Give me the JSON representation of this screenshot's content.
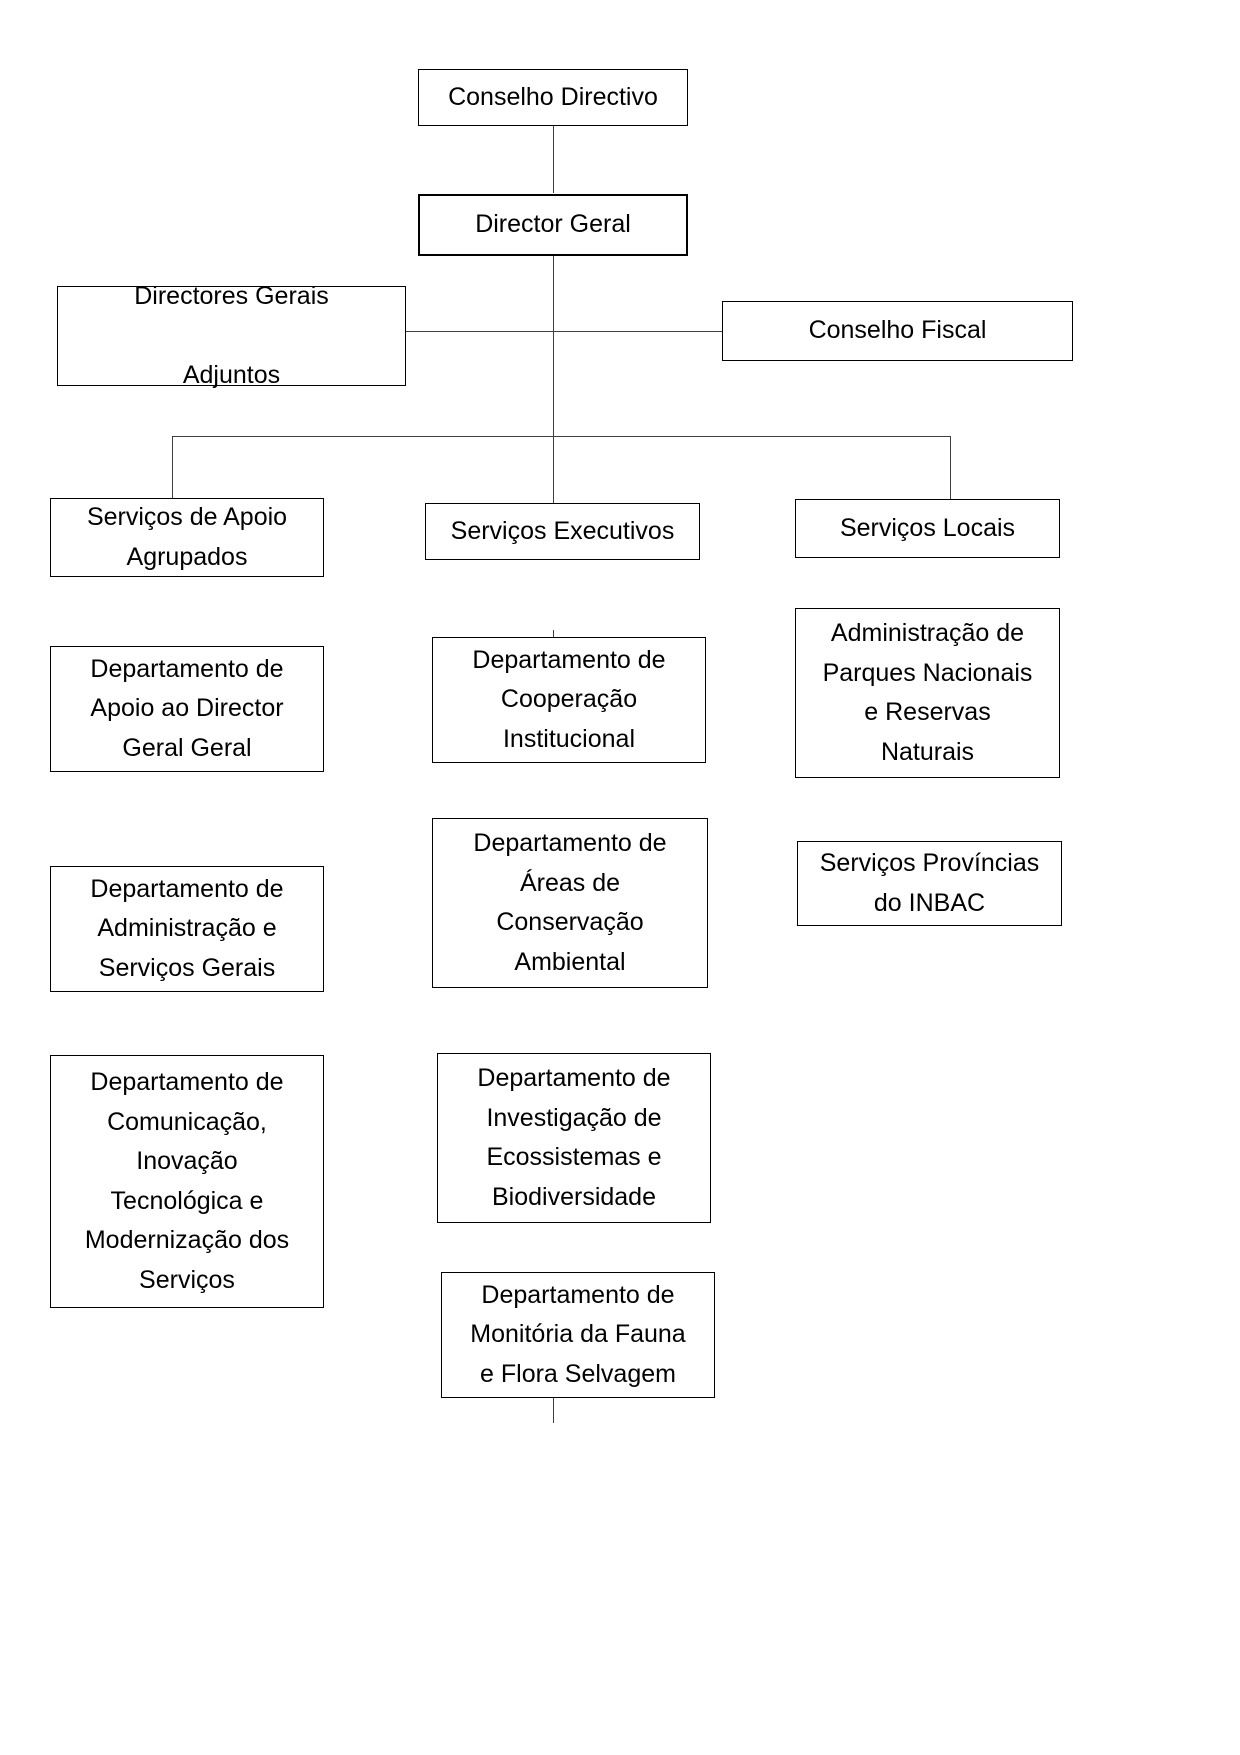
{
  "chart": {
    "title": "Organograma INBAC",
    "type": "org-chart",
    "language": "pt",
    "background_color": "#ffffff",
    "line_color": "#3f3f3f",
    "text_color": "#000000"
  },
  "nodes": {
    "conselho_directivo": "Conselho Directivo",
    "director_geral": "Director Geral",
    "directores_gerais_adjuntos": "Directores Gerais\n\nAdjuntos",
    "conselho_fiscal": "Conselho Fiscal",
    "servicos_apoio_agrupados": "Serviços de Apoio\nAgrupados",
    "servicos_executivos": "Serviços Executivos",
    "servicos_locais": "Serviços Locais",
    "dep_apoio_director_geral": "Departamento de\nApoio ao Director\nGeral Geral",
    "dep_administracao_servicos_gerais": "Departamento de\nAdministração e\nServiços Gerais",
    "dep_comunicacao_inovacao": "Departamento de\nComunicação,\nInovação\nTecnológica e\nModernização dos\nServiços",
    "dep_cooperacao_institucional": "Departamento de\nCooperação\nInstitucional",
    "dep_areas_conservacao": "Departamento de\nÁreas de\nConservação\nAmbiental",
    "dep_investigacao_ecossistemas": "Departamento de\nInvestigação de\nEcossistemas e\nBiodiversidade",
    "dep_monitoria_fauna_flora": "Departamento de\nMonitória da Fauna\ne Flora Selvagem",
    "admin_parques_nacionais": "Administração de\nParques Nacionais\ne Reservas\nNaturais",
    "servicos_provincias_inbac": "Serviços Províncias\ndo INBAC"
  }
}
